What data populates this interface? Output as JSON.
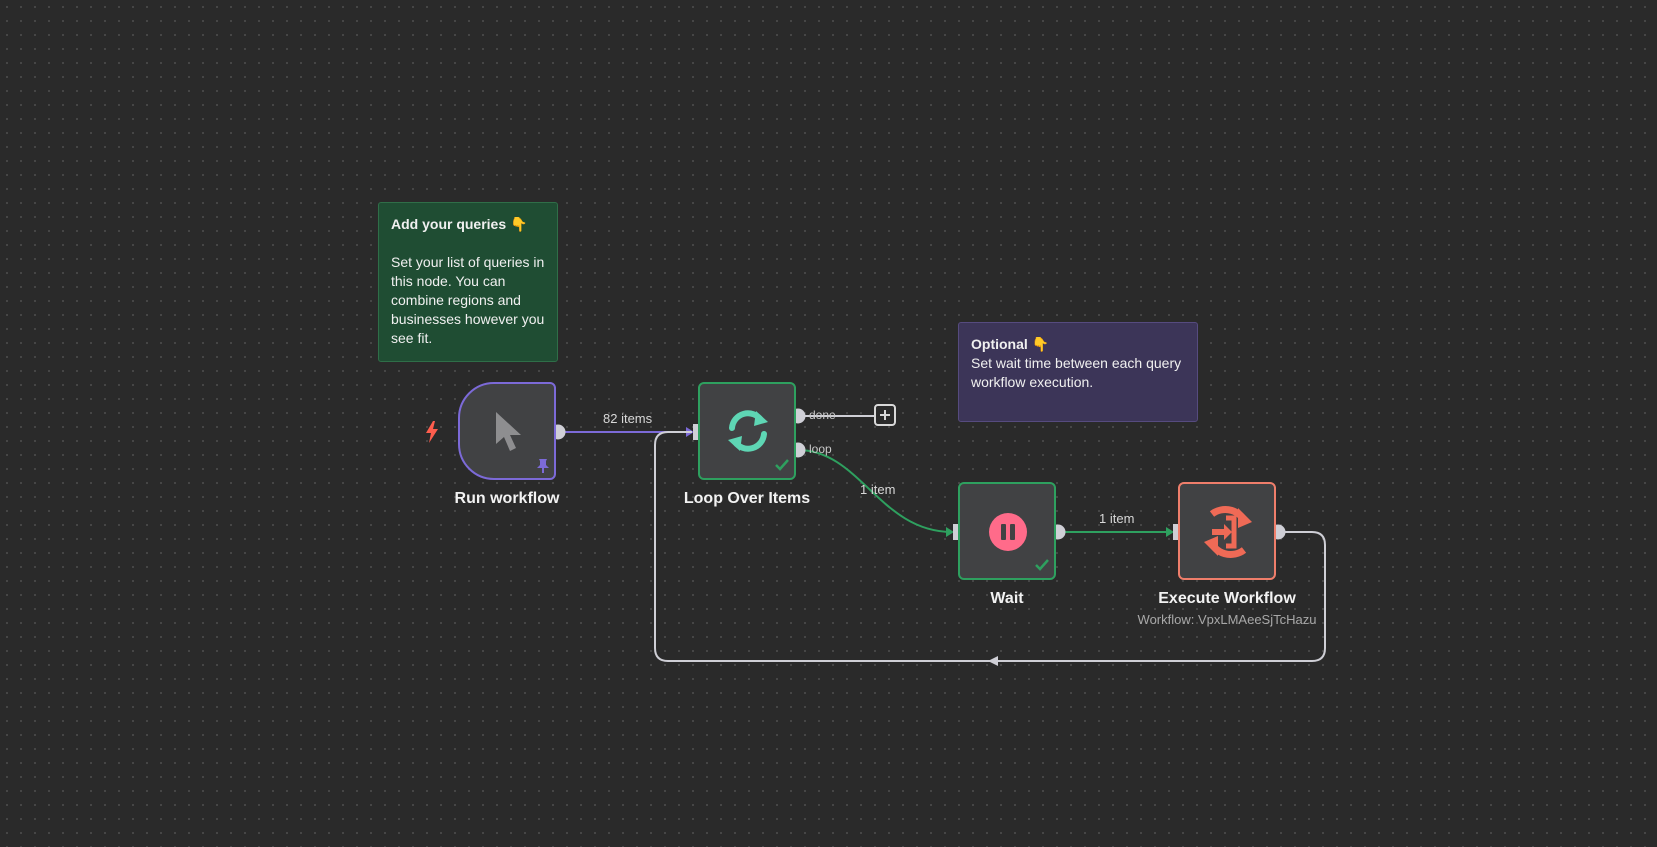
{
  "sticky_notes": {
    "queries": {
      "title": "Add your queries 👇",
      "body": "Set your list of queries in this node. You can combine regions and businesses however you see fit."
    },
    "optional": {
      "title": "Optional 👇",
      "body": "Set wait time between each query workflow execution."
    }
  },
  "nodes": {
    "trigger": {
      "label": "Run workflow",
      "icon": "cursor-icon",
      "pinned": true
    },
    "loop": {
      "label": "Loop Over Items",
      "icon": "refresh-icon",
      "status": "success",
      "outputs": [
        "done",
        "loop"
      ]
    },
    "wait": {
      "label": "Wait",
      "icon": "pause-icon",
      "status": "success"
    },
    "exec": {
      "label": "Execute Workflow",
      "subtitle": "Workflow: VpxLMAeeSjTcHazu",
      "icon": "execute-workflow-icon"
    }
  },
  "edges": {
    "trigger_to_loop": "82 items",
    "loop_to_wait": "1 item",
    "wait_to_exec": "1 item"
  },
  "colors": {
    "canvas": "#2a2a2a",
    "success": "#2ea05f",
    "trigger": "#7c6ad8",
    "exec": "#ef7e6b",
    "connection_main": "#cfcfd6"
  }
}
